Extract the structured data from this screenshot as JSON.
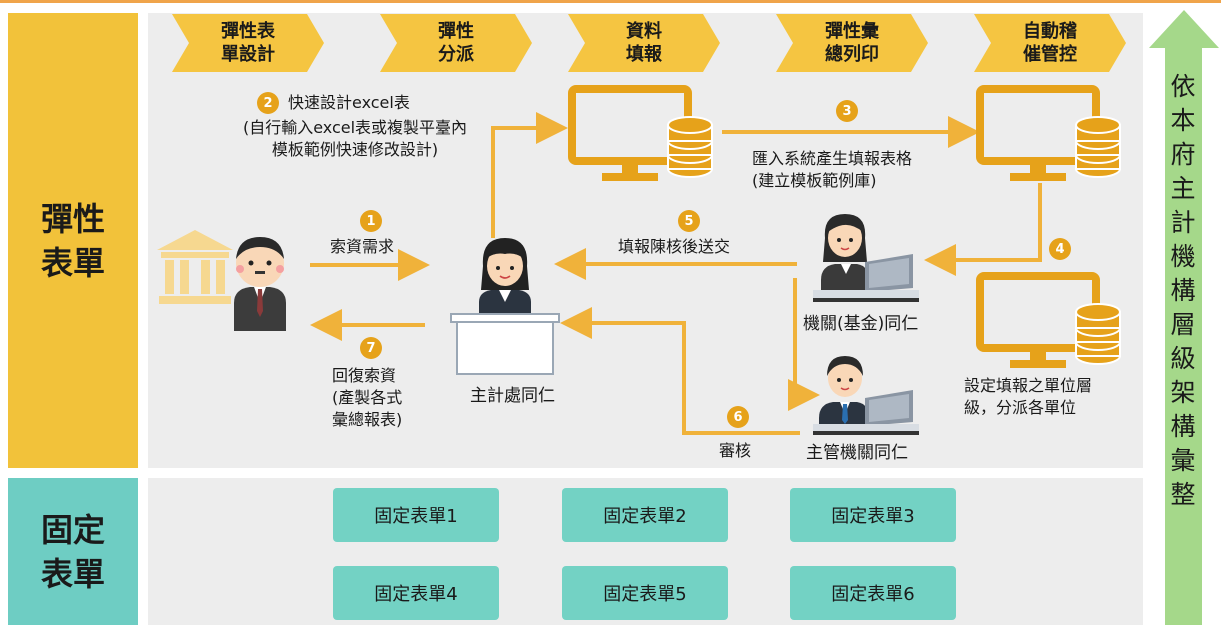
{
  "side": {
    "flex_label": "彈性\n表單",
    "fixed_label": "固定\n表單"
  },
  "steps": [
    "彈性表\n單設計",
    "彈性\n分派",
    "資料\n填報",
    "彈性彙\n總列印",
    "自動稽\n催管控"
  ],
  "right_banner": "依本府主計機構層級架構彙整",
  "annotations": {
    "design_title": "快速設計excel表",
    "design_desc": "(自行輸入excel表或複製平臺內\n模板範例快速修改設計)",
    "import_desc": "匯入系統產生填報表格\n(建立模板範例庫)",
    "request": "索資需求",
    "submit": "填報陳核後送交",
    "reply": "回復索資\n(產製各式\n彙總報表)",
    "review": "審核",
    "unit_setting": "設定填報之單位層\n級，分派各單位"
  },
  "badges": [
    "1",
    "2",
    "3",
    "4",
    "5",
    "6",
    "7"
  ],
  "people": {
    "accounting": "主計處同仁",
    "agency": "機關(基金)同仁",
    "supervisor": "主管機關同仁"
  },
  "fixed_forms": [
    "固定表單1",
    "固定表單2",
    "固定表單3",
    "固定表單4",
    "固定表單5",
    "固定表單6"
  ],
  "colors": {
    "yellow": "#f2c23a",
    "chevron": "#f5c541",
    "arrow": "#f0b23a",
    "teal": "#6ecdc3",
    "button": "#73d2c4",
    "green": "#a5d88a",
    "monitor": "#e6a21a",
    "panel": "#ededed"
  }
}
